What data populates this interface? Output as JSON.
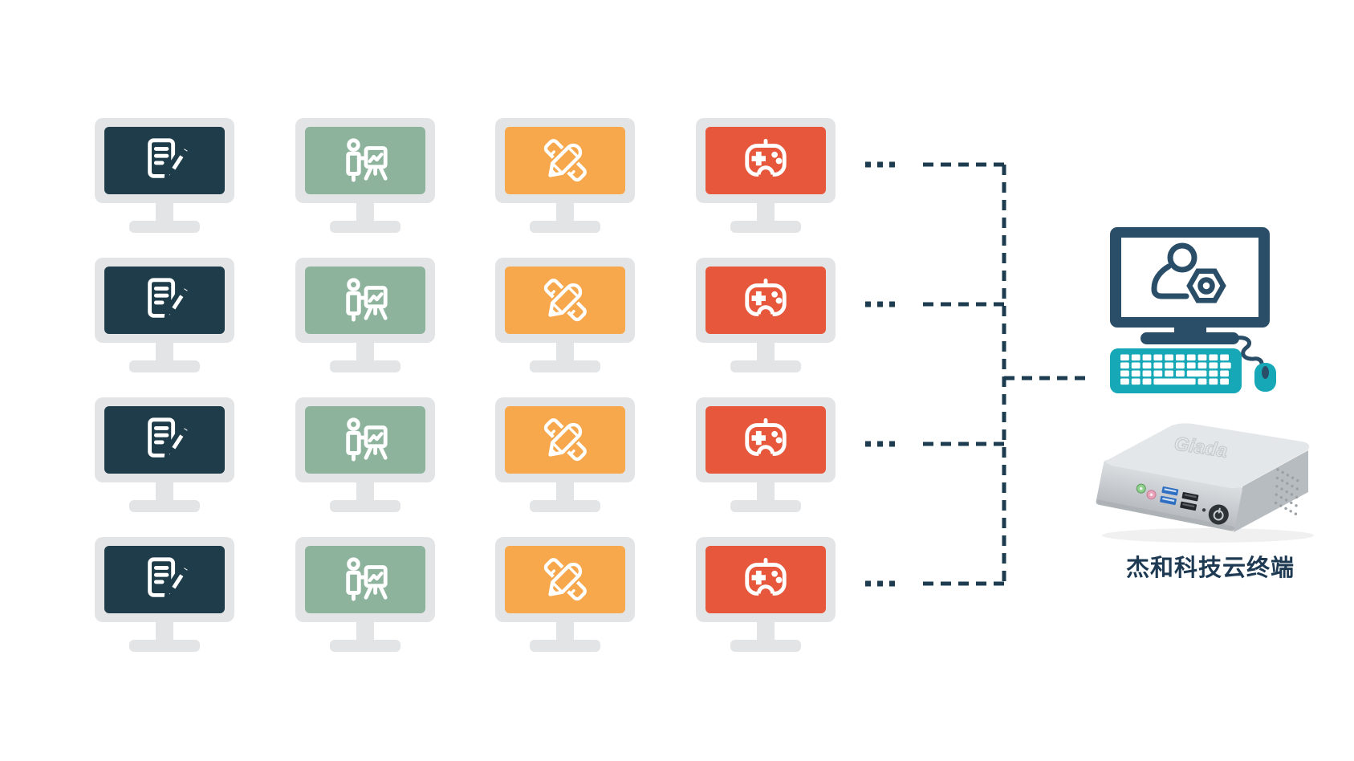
{
  "diagram": {
    "background": "#ffffff",
    "connector": {
      "color": "#1d3c4f",
      "style": "dashed",
      "row_ellipsis_dots": 3
    },
    "client_grid": {
      "rows": 4,
      "columns": 4,
      "monitor_frame_color": "#e3e4e6",
      "workstation_types": [
        {
          "icon": "document-pencil-icon",
          "screen_color": "#1e3c49"
        },
        {
          "icon": "presenter-chart-icon",
          "screen_color": "#8db39c"
        },
        {
          "icon": "ruler-pencil-icon",
          "screen_color": "#f7a74c"
        },
        {
          "icon": "gamepad-icon",
          "screen_color": "#e7573b"
        }
      ]
    },
    "host": {
      "monitor_icon": "user-gear-icon",
      "monitor_color": "#2a4d68",
      "keyboard_color": "#17a8b8",
      "mouse_color": "#17a8b8",
      "device": {
        "logo": "Giada",
        "label": "杰和科技云终端",
        "label_color": "#1e3a52"
      }
    }
  }
}
